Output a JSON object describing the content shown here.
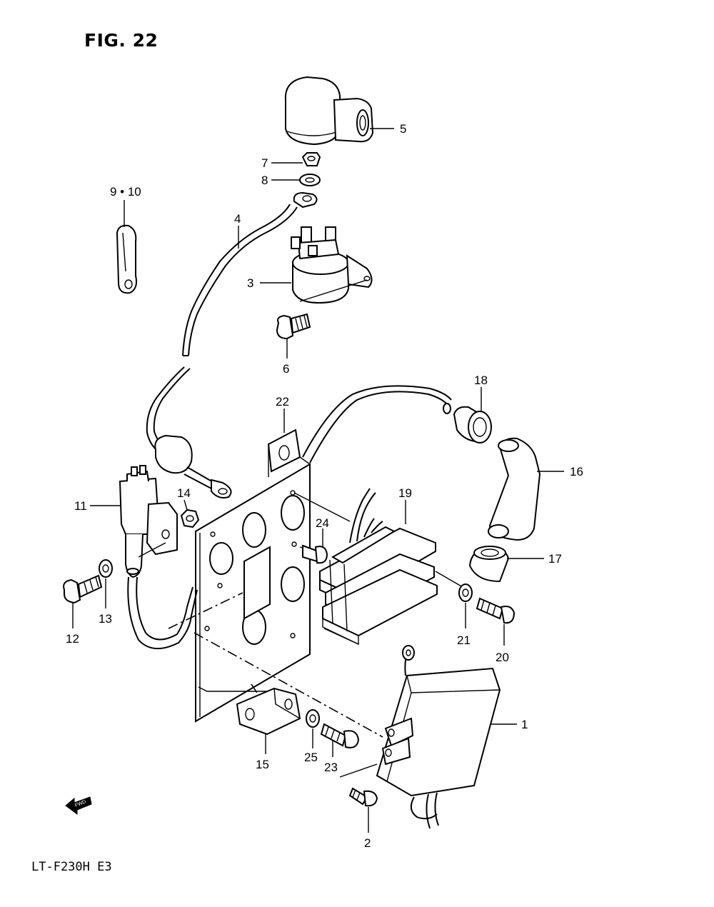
{
  "figure": {
    "title": "FIG. 22",
    "model": "LT-F230H E3",
    "direction_mark": "FWD"
  },
  "callouts": {
    "c1": "1",
    "c2": "2",
    "c3": "3",
    "c4": "4",
    "c5": "5",
    "c6": "6",
    "c7": "7",
    "c8": "8",
    "c9_10": "9 • 10",
    "c11": "11",
    "c12": "12",
    "c13": "13",
    "c14": "14",
    "c15": "15",
    "c16": "16",
    "c17": "17",
    "c18": "18",
    "c19": "19",
    "c20": "20",
    "c21": "21",
    "c22": "22",
    "c23": "23",
    "c24": "24",
    "c25": "25"
  }
}
